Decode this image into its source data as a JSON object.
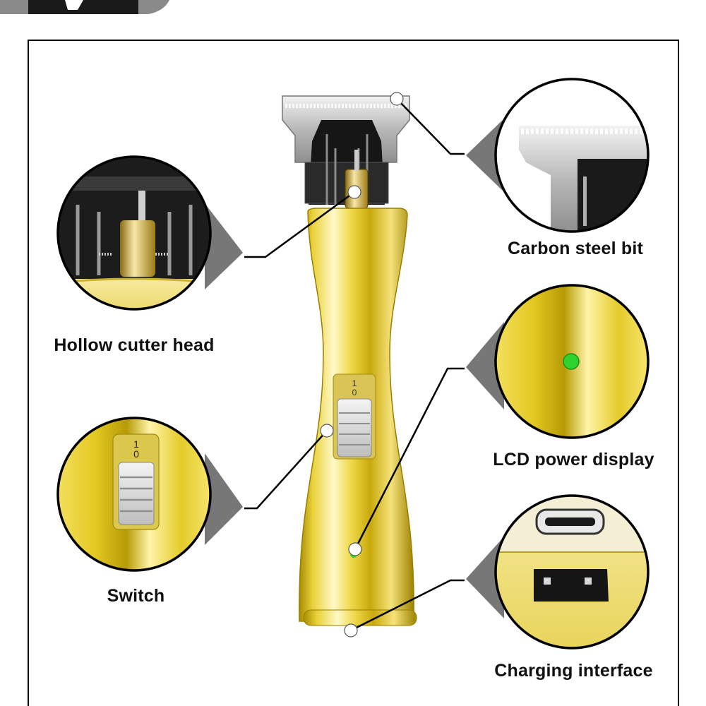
{
  "colors": {
    "gold_light": "#fffbd0",
    "gold_mid": "#e6cf2c",
    "gold_dark": "#9c8200",
    "steel": "#c8c8c8",
    "black_part": "#161616",
    "tab_dark": "#1a1a1a",
    "tab_gray": "#8a8a8a",
    "led_green": "#2fd22f",
    "callout_gray": "#777777",
    "frame": "#000000"
  },
  "icons": [
    "trimmer-illustration",
    "zoom-circle"
  ],
  "labels": {
    "carbon_steel_bit": "Carbon steel bit",
    "hollow_cutter_head": "Hollow cutter head",
    "lcd_power_display": "LCD power display",
    "switch": "Switch",
    "charging_interface": "Charging interface"
  },
  "switch_marks": {
    "top": "1",
    "bottom": "0"
  }
}
